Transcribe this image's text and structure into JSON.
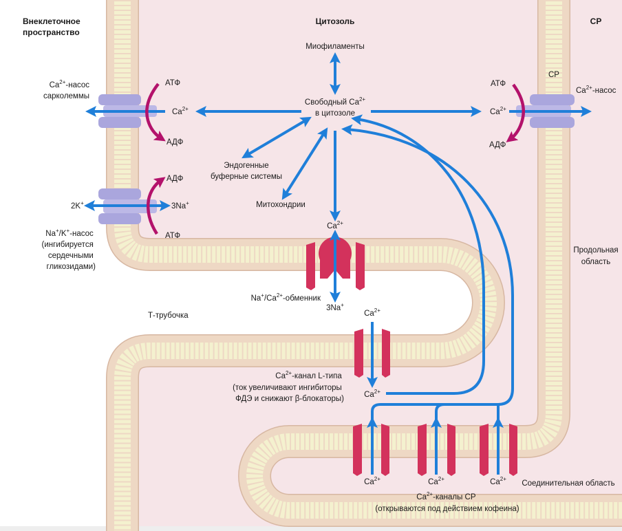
{
  "colors": {
    "cytosol": "#f6e5e8",
    "membrane": "#eed8c4",
    "membrane_core": "#f4f1cf",
    "blue_arrow": "#1f7fd9",
    "atp_arrow": "#b3126b",
    "channel": "#d3325c",
    "pump": "#aaa6dd"
  },
  "headers": {
    "extracellular_1": "Внеклеточное",
    "extracellular_2": "пространство",
    "cytosol": "Цитозоль",
    "sr": "СР"
  },
  "center": {
    "myofilaments": "Миофиламенты",
    "free_ca_1": "Свободный Ca",
    "free_ca_sup": "2+",
    "free_ca_2": "в цитозоле",
    "buffers_1": "Эндогенные",
    "buffers_2": "буферные системы",
    "mitochondria": "Митохондрии"
  },
  "ion": {
    "ca": "Ca",
    "ca_sup": "2+",
    "na3": "3Na",
    "k2": "2K",
    "plus": "+",
    "atp": "АТФ",
    "adp": "АДФ"
  },
  "sarcolemma_pump": {
    "line1_base": "Ca",
    "line1_sup": "2+",
    "line1_rest": "-насос",
    "line2": "сарколеммы"
  },
  "nak_pump": {
    "l1a": "Na",
    "l1b": "+",
    "l1c": "/K",
    "l1d": "+",
    "l1e": "-насос",
    "l2": "(ингибируется",
    "l3": "сердечными",
    "l4": "гликозидами)"
  },
  "exchanger": {
    "a": "Na",
    "b": "+",
    "c": "/Ca",
    "d": "2+",
    "e": "-обменник"
  },
  "t_tubule": "Т-трубочка",
  "l_channel": {
    "l1a": "Ca",
    "l1b": "2+",
    "l1c": "-канал L-типа",
    "l2": "(ток увеличивают ингибиторы",
    "l3": "ФДЭ и снижают β-блокаторы)"
  },
  "sr_side": {
    "sr_label": "СР",
    "pump_base": "Ca",
    "pump_sup": "2+",
    "pump_rest": "-насос",
    "longitudinal_1": "Продольная",
    "longitudinal_2": "область",
    "junctional": "Соединительная область"
  },
  "sr_channels": {
    "l1a": "Ca",
    "l1b": "2+",
    "l1c": "-каналы СР",
    "l2": "(открываются под действием кофеина)"
  }
}
